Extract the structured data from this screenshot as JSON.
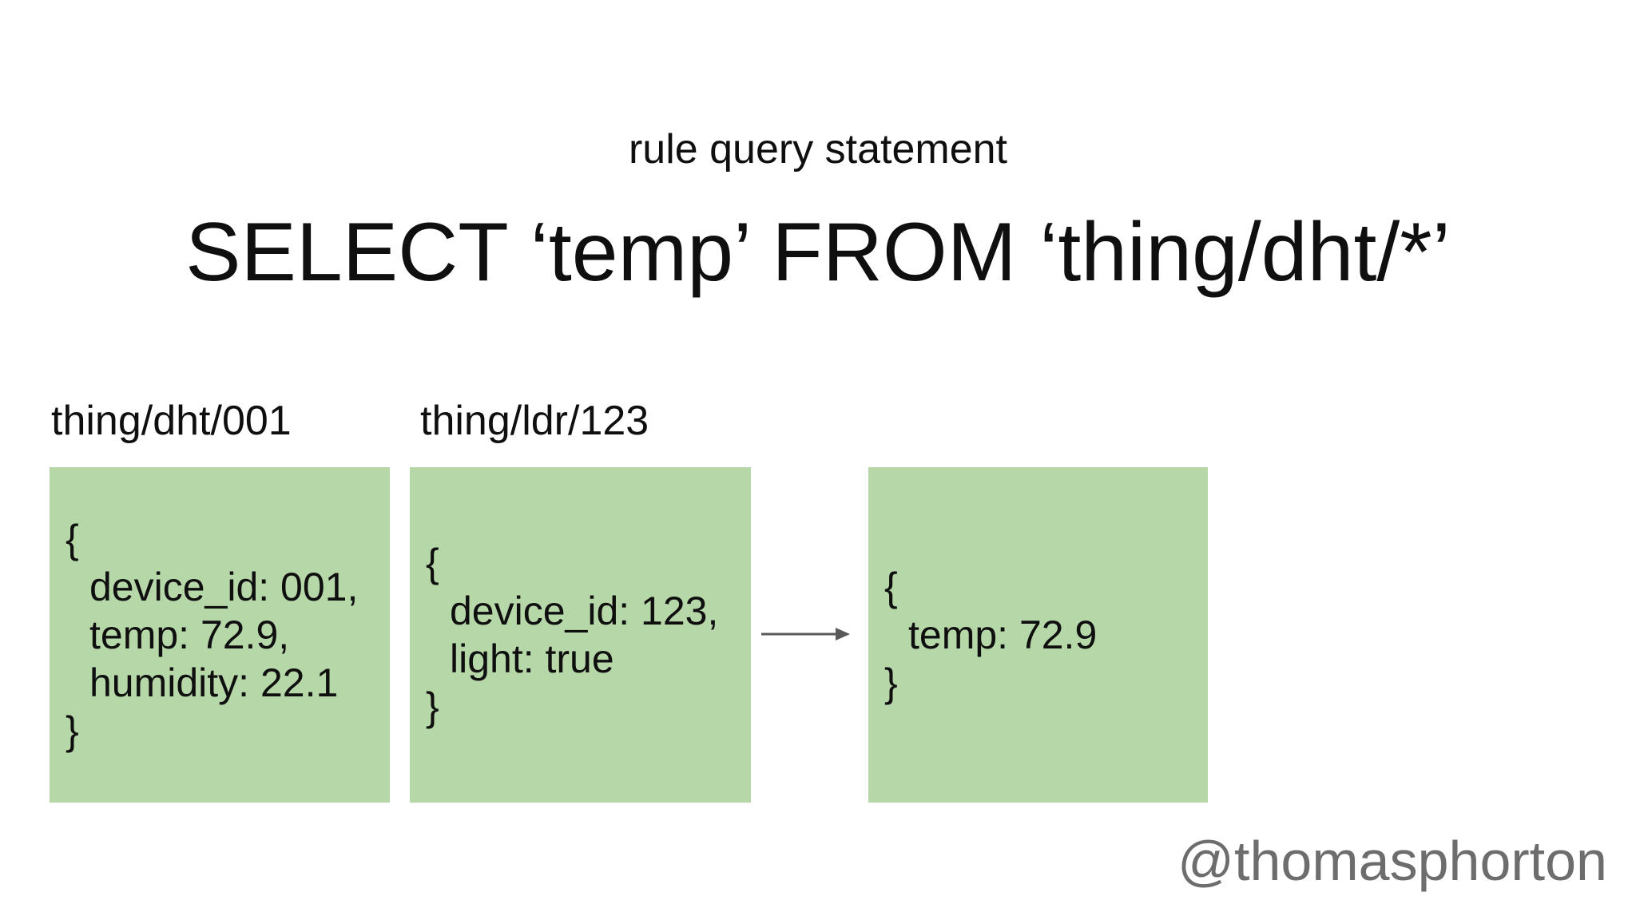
{
  "slide": {
    "kicker": "rule query statement",
    "title": "SELECT ‘temp’ FROM ‘thing/dht/*’",
    "attribution": "@thomasphorton"
  },
  "colors": {
    "box_green": "#b6d7a8",
    "arrow_gray": "#595959",
    "attribution_gray": "#6d6d6d",
    "text_black": "#0f0f0f"
  },
  "boxes": [
    {
      "label": "thing/dht/001",
      "open": "{",
      "lines": [
        "device_id: 001,",
        "temp: 72.9,",
        "humidity: 22.1"
      ],
      "close": "}"
    },
    {
      "label": "thing/ldr/123",
      "open": "{",
      "lines": [
        "device_id: 123,",
        "light: true"
      ],
      "close": "}"
    },
    {
      "label": "",
      "open": "{",
      "lines": [
        "temp: 72.9"
      ],
      "close": "}"
    }
  ],
  "arrow": {
    "meaning": "rule output flow"
  }
}
